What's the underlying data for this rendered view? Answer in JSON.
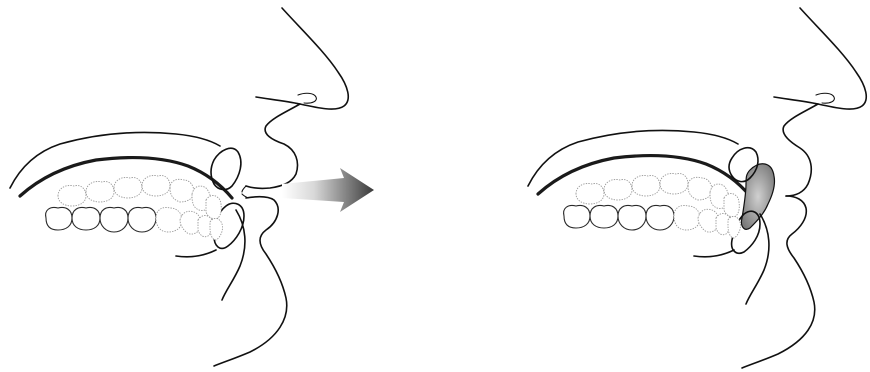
{
  "figure": {
    "panels": [
      {
        "id": "before",
        "state": "lips-apart"
      },
      {
        "id": "after",
        "state": "lips-sealed"
      }
    ],
    "transition": {
      "icon": "arrow-right-icon"
    },
    "colors": {
      "ink": "#111111",
      "arrow_gradient_start": "#ffffff",
      "arrow_gradient_end": "#3a3a3a",
      "seal_shading": "#bdbdbd",
      "tooth_outline": "#9a9a9a"
    }
  }
}
